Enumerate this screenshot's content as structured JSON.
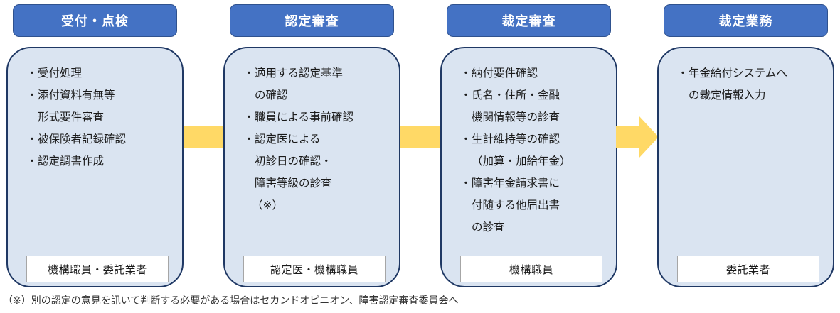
{
  "stages": [
    {
      "title": "受付・点検",
      "items": [
        "受付処理",
        "添付資料有無等\n形式要件審査",
        "被保険者記録確認",
        "認定調書作成"
      ],
      "trailing_note": "",
      "role": "機構職員・委託業者"
    },
    {
      "title": "認定審査",
      "items": [
        "適用する認定基準\nの確認",
        "職員による事前確認",
        "認定医による\n初診日の確認・\n障害等級の診査"
      ],
      "trailing_note": "（※）",
      "role": "認定医・機構職員"
    },
    {
      "title": "裁定審査",
      "items": [
        "納付要件確認",
        "氏名・住所・金融\n機関情報等の診査",
        "生計維持等の確認\n（加算・加給年金）",
        "障害年金請求書に\n付随する他届出書\nの診査"
      ],
      "trailing_note": "",
      "role": "機構職員"
    },
    {
      "title": "裁定業務",
      "items": [
        "年金給付システムへ\nの裁定情報入力"
      ],
      "trailing_note": "",
      "role": "委託業者"
    }
  ],
  "bullet_symbol": "・",
  "footnote": "（※）別の認定の意見を訊いて判断する必要がある場合はセカンドオピニオン、障害認定審査委員会へ",
  "colors": {
    "header_fill": "#4472c4",
    "card_fill": "#dae4f1",
    "card_border": "#1f3864",
    "connector": "#ffd966"
  }
}
